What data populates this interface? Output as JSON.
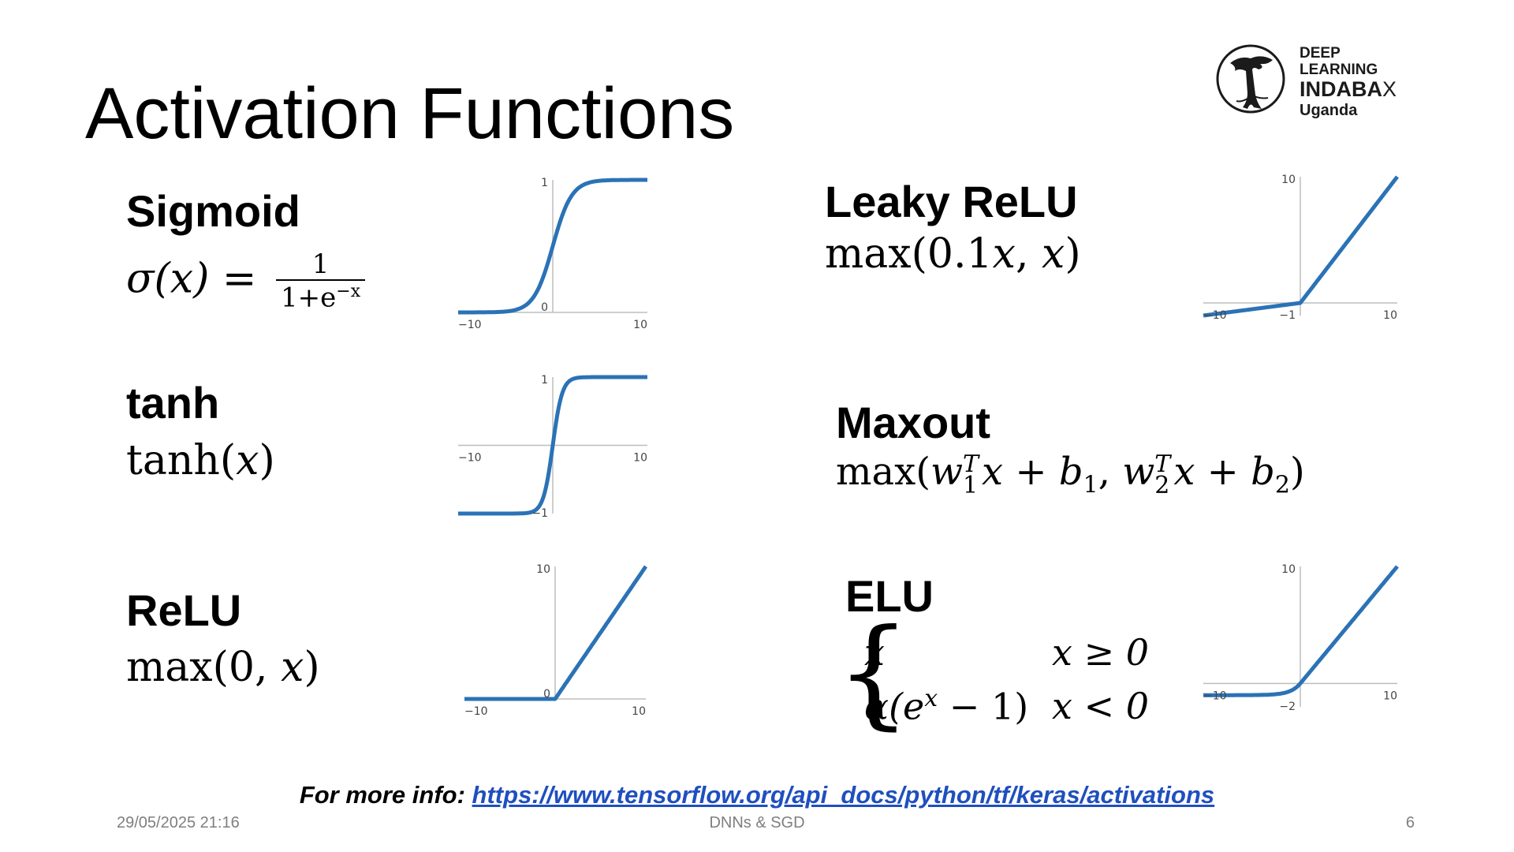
{
  "slide": {
    "title": "Activation Functions",
    "logo": {
      "line1": "DEEP",
      "line2": "LEARNING",
      "line3": "INDABA",
      "line3_suffix": "X",
      "line4": "Uganda",
      "icon": "baobab-tree-icon"
    },
    "info": {
      "label": "For more info:",
      "link": "https://www.tensorflow.org/api_docs/python/tf/keras/activations"
    },
    "footer": {
      "date": "29/05/2025 21:16",
      "center": "DNNs & SGD",
      "page": "6"
    }
  },
  "functions": {
    "sigmoid": {
      "name": "Sigmoid",
      "lhs": "σ(x) = ",
      "num": "1",
      "den_base": "1+e",
      "den_exp": "−x"
    },
    "tanh": {
      "name": "tanh",
      "formula_a": "tanh(",
      "formula_x": "x",
      "formula_b": ")"
    },
    "relu": {
      "name": "ReLU",
      "formula_a": "max(0, ",
      "formula_x": "x",
      "formula_b": ")"
    },
    "leaky": {
      "name": "Leaky ReLU",
      "formula_a": "max(0.1",
      "formula_x": "x",
      "formula_b": ", ",
      "formula_x2": "x",
      "formula_c": ")"
    },
    "maxout": {
      "name": "Maxout",
      "t1": "max(",
      "w": "w",
      "sup": "T",
      "sub1": "1",
      "sub2": "2",
      "mid1": "x + ",
      "b": "b",
      "sep": ", ",
      "end": ")"
    },
    "elu": {
      "name": "ELU",
      "row1_left": "x",
      "row1_right": "x ≥ 0",
      "row2_left": "α(e",
      "row2_exp": "x",
      "row2_tail": " − 1)",
      "row2_right": "x < 0",
      "brace": "{"
    }
  },
  "chart_data": [
    {
      "type": "line",
      "name": "sigmoid",
      "xlim": [
        -10,
        10
      ],
      "ylim": [
        0,
        1
      ],
      "xticks": [
        "−10",
        "10"
      ],
      "yticks": [
        "1",
        "0"
      ],
      "color": "#2b72b6"
    },
    {
      "type": "line",
      "name": "tanh",
      "xlim": [
        -10,
        10
      ],
      "ylim": [
        -1,
        1
      ],
      "xticks": [
        "−10",
        "10"
      ],
      "yticks": [
        "1",
        "−1"
      ],
      "color": "#2b72b6"
    },
    {
      "type": "line",
      "name": "relu",
      "xlim": [
        -10,
        10
      ],
      "ylim": [
        0,
        10
      ],
      "xticks": [
        "−10",
        "10"
      ],
      "yticks": [
        "10",
        "0"
      ],
      "color": "#2b72b6"
    },
    {
      "type": "line",
      "name": "leaky-relu",
      "xlim": [
        -10,
        10
      ],
      "ylim": [
        -1,
        10
      ],
      "xticks": [
        "−10",
        "10"
      ],
      "yticks": [
        "10",
        "−1"
      ],
      "color": "#2b72b6"
    },
    {
      "type": "line",
      "name": "elu",
      "xlim": [
        -10,
        10
      ],
      "ylim": [
        -2,
        10
      ],
      "xticks": [
        "−10",
        "10"
      ],
      "yticks": [
        "10",
        "−2"
      ],
      "color": "#2b72b6"
    }
  ]
}
